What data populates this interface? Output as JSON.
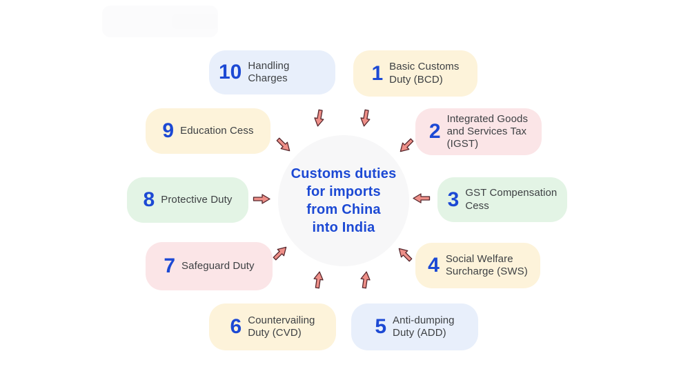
{
  "center": {
    "title": "Customs duties\nfor imports\nfrom China\ninto India",
    "bg": "#f7f7f8",
    "text_color": "#1c49d4"
  },
  "items": [
    {
      "number": "1",
      "label": "Basic Customs\nDuty (BCD)",
      "bg": "#fdf3da"
    },
    {
      "number": "2",
      "label": "Integrated Goods\nand Services Tax\n(IGST)",
      "bg": "#fbe5e7"
    },
    {
      "number": "3",
      "label": "GST Compensation\nCess",
      "bg": "#e3f4e5"
    },
    {
      "number": "4",
      "label": "Social Welfare\nSurcharge (SWS)",
      "bg": "#fdf3da"
    },
    {
      "number": "5",
      "label": "Anti-dumping\nDuty (ADD)",
      "bg": "#e8effb"
    },
    {
      "number": "6",
      "label": "Countervailing\nDuty (CVD)",
      "bg": "#fdf3da"
    },
    {
      "number": "7",
      "label": "Safeguard Duty",
      "bg": "#fbe5e7"
    },
    {
      "number": "8",
      "label": "Protective Duty",
      "bg": "#e3f4e5"
    },
    {
      "number": "9",
      "label": "Education Cess",
      "bg": "#fdf3da"
    },
    {
      "number": "10",
      "label": "Handling Charges",
      "bg": "#e8effb"
    }
  ],
  "colors": {
    "number": "#1c49d4",
    "label": "#3d4043",
    "arrow_fill": "#ee8f88",
    "arrow_stroke": "#55262c"
  }
}
